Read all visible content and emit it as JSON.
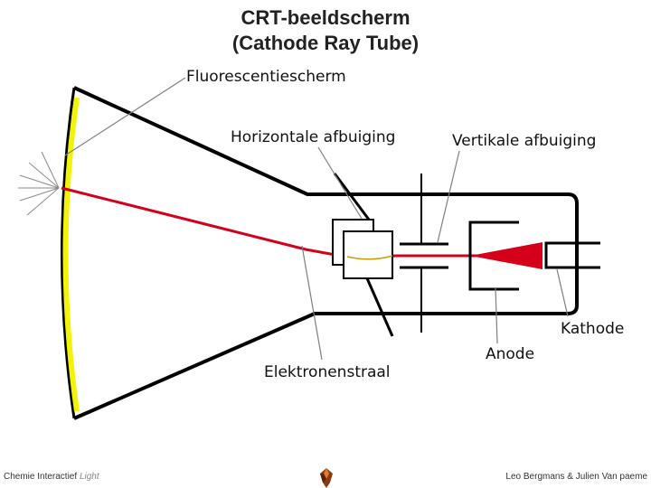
{
  "title": {
    "line1": "CRT-beeldscherm",
    "line2": "(Cathode Ray Tube)"
  },
  "labels": {
    "screen": "Fluorescentiescherm",
    "horizontal": "Horizontale afbuiging",
    "vertical": "Vertikale afbuiging",
    "cathode": "Kathode",
    "anode": "Anode",
    "beam": "Elektronenstraal"
  },
  "footer": {
    "left": "Chemie Interactief",
    "left_light": "Light",
    "right": "Leo Bergmans & Julien Van paeme"
  },
  "colors": {
    "screen": "#f2f20a",
    "beam": "#d4001a",
    "outline": "#000000",
    "leader": "#7f7f7f"
  },
  "icons": {
    "logo": "chemistry-logo-icon"
  }
}
